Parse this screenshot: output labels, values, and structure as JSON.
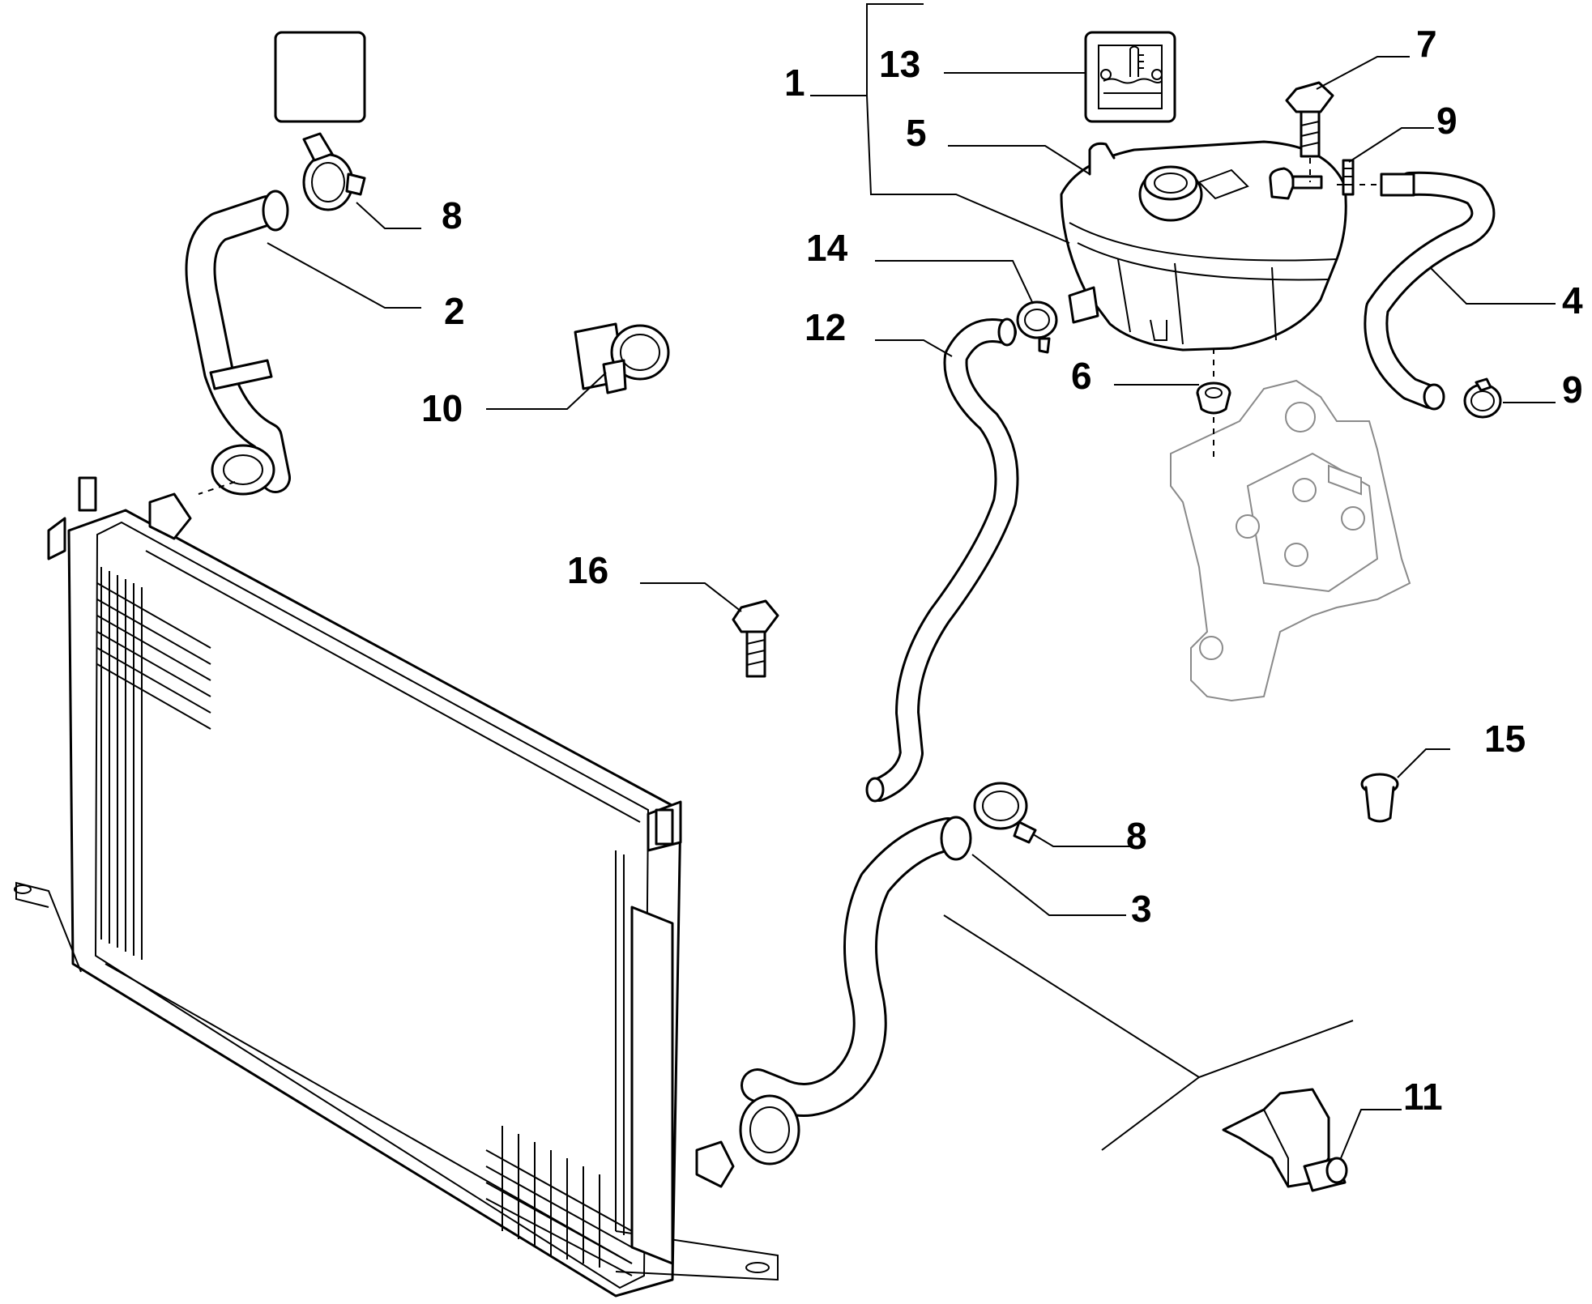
{
  "callouts": [
    {
      "id": "1",
      "label": "1"
    },
    {
      "id": "2",
      "label": "2"
    },
    {
      "id": "3",
      "label": "3"
    },
    {
      "id": "4",
      "label": "4"
    },
    {
      "id": "5",
      "label": "5"
    },
    {
      "id": "6",
      "label": "6"
    },
    {
      "id": "7",
      "label": "7"
    },
    {
      "id": "8a",
      "label": "8"
    },
    {
      "id": "8b",
      "label": "8"
    },
    {
      "id": "9a",
      "label": "9"
    },
    {
      "id": "9b",
      "label": "9"
    },
    {
      "id": "10",
      "label": "10"
    },
    {
      "id": "11",
      "label": "11"
    },
    {
      "id": "12",
      "label": "12"
    },
    {
      "id": "13",
      "label": "13"
    },
    {
      "id": "14",
      "label": "14"
    },
    {
      "id": "15",
      "label": "15"
    },
    {
      "id": "16",
      "label": "16"
    }
  ],
  "colors": {
    "ink": "#000000",
    "ghost": "#8a8a8a",
    "paper": "#ffffff"
  }
}
